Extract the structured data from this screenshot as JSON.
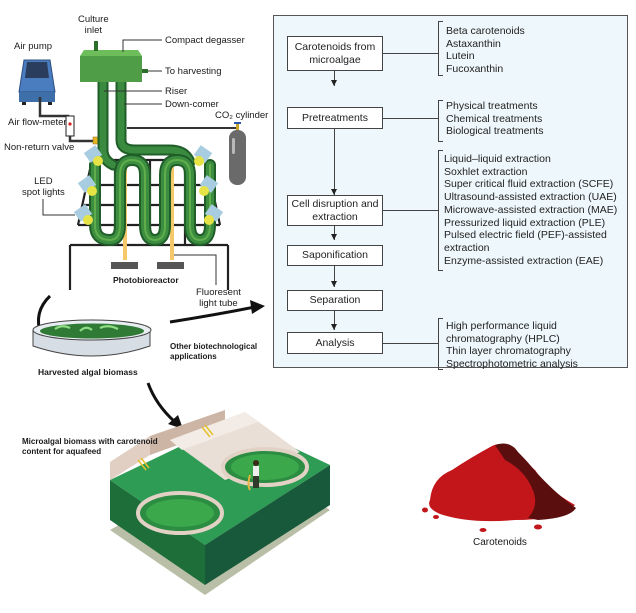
{
  "photobioreactor": {
    "labels": {
      "culture_inlet": "Culture\ninlet",
      "compact_degasser": "Compact degasser",
      "to_harvesting": "To harvesting",
      "riser": "Riser",
      "down_comer": "Down-comer",
      "co2_cylinder": "CO₂ cylinder",
      "air_pump": "Air pump",
      "air_flow_meter": "Air flow-meter",
      "non_return_valve": "Non-return valve",
      "led_spot_lights": "LED\nspot lights",
      "photobioreactor": "Photobioreactor",
      "fluorescent_light_tube": "Fluoresent\nlight tube"
    }
  },
  "harvest": {
    "harvested_label": "Harvested algal biomass",
    "other_applications": "Other biotechnological\napplications",
    "aquafeed_label": "Microalgal biomass with carotenoid\ncontent for aquafeed",
    "carotenoids_label": "Carotenoids"
  },
  "flowchart": {
    "steps": [
      {
        "label": "Carotenoids from\nmicroalgae",
        "details": [
          "Beta carotenoids",
          "Astaxanthin",
          "Lutein",
          "Fucoxanthin"
        ]
      },
      {
        "label": "Pretreatments",
        "details": [
          "Physical treatments",
          "Chemical treatments",
          "Biological treatments"
        ]
      },
      {
        "label": "Cell disruption and\nextraction",
        "details": [
          "Liquid–liquid extraction",
          "Soxhlet extraction",
          "Super critical fluid extraction (SCFE)",
          "Ultrasound-assisted extraction (UAE)",
          "Microwave-assisted extraction (MAE)",
          "Pressurized liquid extraction (PLE)",
          "Pulsed electric field (PEF)-assisted",
          "extraction",
          "Enzyme-assisted extraction (EAE)"
        ]
      },
      {
        "label": "Saponification",
        "details": []
      },
      {
        "label": "Separation",
        "details": []
      },
      {
        "label": "Analysis",
        "details": [
          "High performance liquid",
          "chromatography (HPLC)",
          "Thin layer chromatography",
          "Spectrophotometric analysis"
        ]
      }
    ]
  },
  "colors": {
    "panel_bg": "#eef7fb",
    "tube_green": "#2e7d32",
    "degasser_green": "#5cb85c",
    "pump_blue": "#3f6fa8",
    "carotenoid_red": "#c0151a",
    "carotenoid_dark": "#5a0e0e",
    "pond_green": "#2fa84f"
  }
}
